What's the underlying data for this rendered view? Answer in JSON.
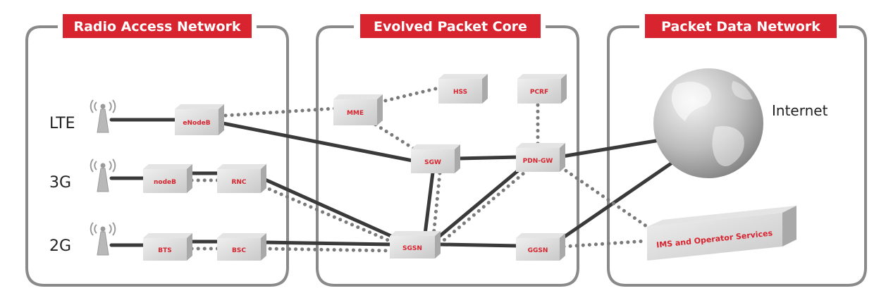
{
  "regions": {
    "ran": "Radio Access Network",
    "epc": "Evolved Packet Core",
    "pdn": "Packet Data Network"
  },
  "technologies": {
    "lte": "LTE",
    "g3": "3G",
    "g2": "2G"
  },
  "nodes": {
    "enodeb": "eNodeB",
    "nodeb": "nodeB",
    "rnc": "RNC",
    "bts": "BTS",
    "bsc": "BSC",
    "mme": "MME",
    "hss": "HSS",
    "pcrf": "PCRF",
    "sgw": "SGW",
    "pdngw": "PDN-GW",
    "sgsn": "SGSN",
    "ggsn": "GGSN",
    "ims": "IMS and Operator Services"
  },
  "internet": "Internet",
  "colors": {
    "accent": "#d8242f",
    "frame": "#8a8a8a",
    "link": "#3a3a3a",
    "dotted": "#7a7a7a"
  }
}
